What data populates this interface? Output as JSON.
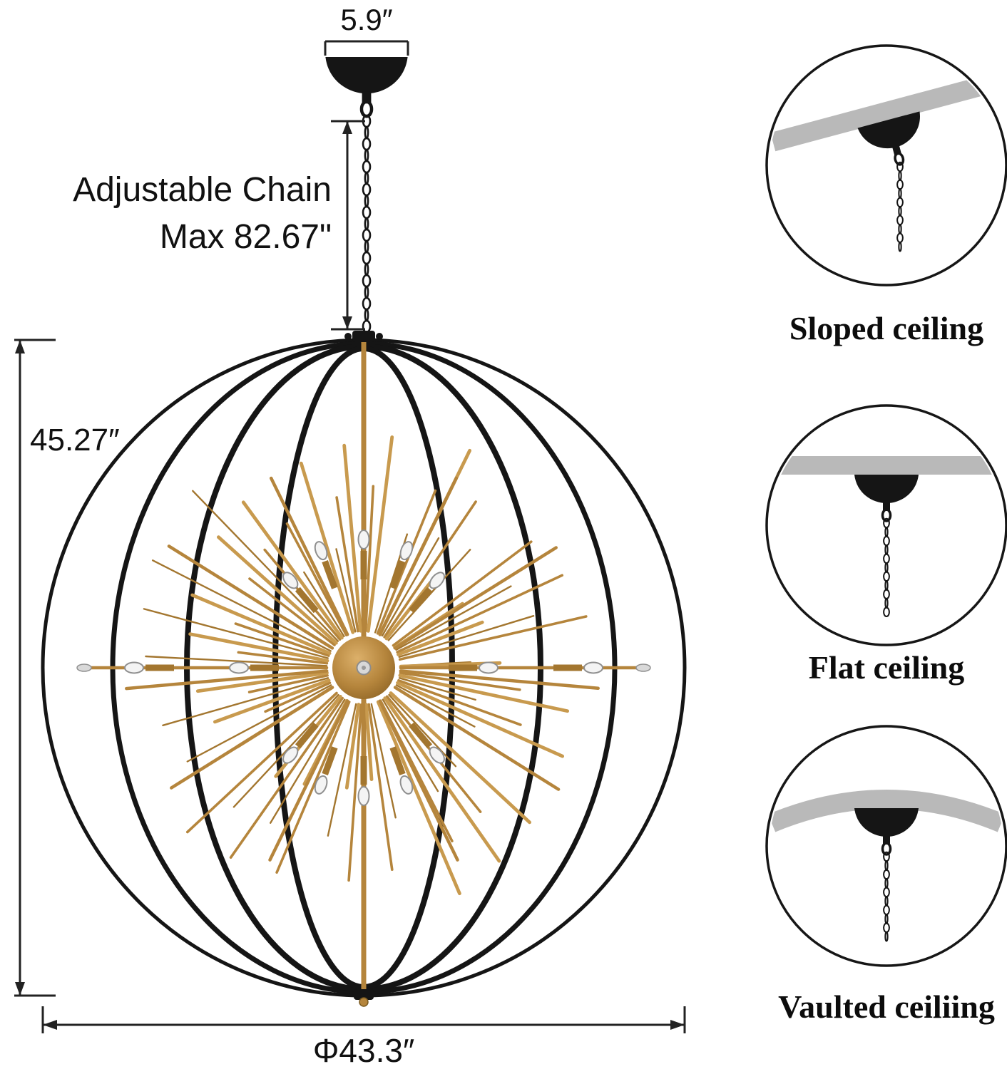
{
  "dimensions": {
    "canopy_width": "5.9″",
    "chain_note_line1": "Adjustable Chain",
    "chain_note_line2": "Max 82.67\"",
    "fixture_height": "45.27″",
    "fixture_diameter": "Φ43.3″"
  },
  "mount_options": {
    "items": [
      {
        "label": "Sloped ceiling"
      },
      {
        "label": "Flat ceiling"
      },
      {
        "label": "Vaulted ceiliing"
      }
    ]
  },
  "colors": {
    "frame_black": "#151515",
    "sputnik_gold": "#b5853c",
    "sputnik_gold_light": "#c89a4e",
    "sputnik_gold_dark": "#a3762f",
    "ceiling_gray": "#b9b9b9",
    "text": "#111111"
  }
}
